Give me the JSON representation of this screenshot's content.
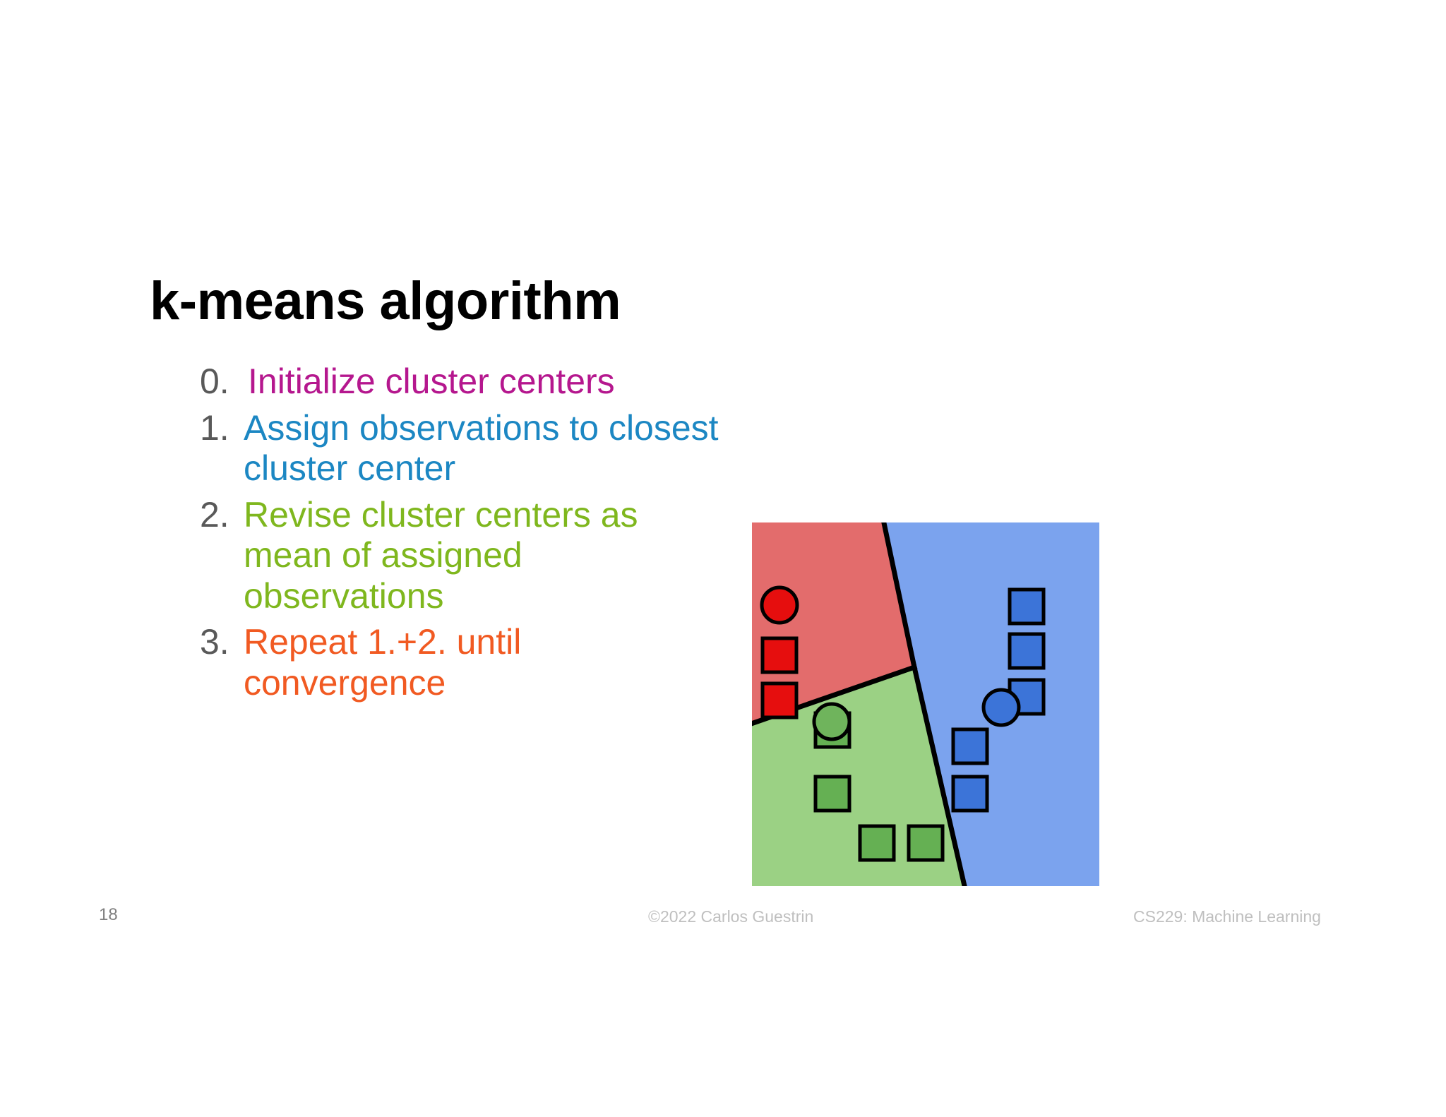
{
  "slide": {
    "title": "k-means algorithm",
    "number": "18",
    "footer_center": "©2022 Carlos Guestrin",
    "footer_right": "CS229: Machine Learning",
    "background_color": "#FFFFFF",
    "title_color": "#000000",
    "number_color": "#808080",
    "footer_color": "#BFBFBF"
  },
  "steps": [
    {
      "num": "0.",
      "text": "Initialize cluster centers",
      "color": "#B5178E"
    },
    {
      "num": "1.",
      "text": "Assign observations to closest cluster center",
      "color": "#1C87C3"
    },
    {
      "num": "2.",
      "text": "Revise cluster centers as mean of assigned observations",
      "color": "#7FB71E"
    },
    {
      "num": "3.",
      "text": "Repeat 1.+2. until convergence",
      "color": "#F15A22"
    }
  ],
  "diagram": {
    "name": "k-means-voronoi-clustering-diagram",
    "regions": [
      {
        "label": "red-cluster-region",
        "fill": "#E36C6C"
      },
      {
        "label": "green-cluster-region",
        "fill": "#9BD184"
      },
      {
        "label": "blue-cluster-region",
        "fill": "#7BA3EE"
      }
    ],
    "boundary_color": "#000000",
    "markers": {
      "red": {
        "square_fill": "#E60E0E",
        "circle_fill": "#E60E0E",
        "squares": 2,
        "circles": 1
      },
      "green": {
        "square_fill": "#65B053",
        "circle_fill": "#6FB45C",
        "squares": 4,
        "circles": 1
      },
      "blue": {
        "square_fill": "#3C74D8",
        "circle_fill": "#3C74D8",
        "squares": 5,
        "circles": 1
      }
    }
  }
}
